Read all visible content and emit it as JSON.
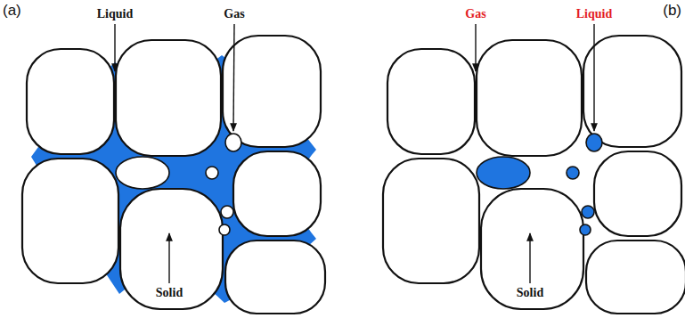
{
  "diagram": {
    "labels": [
      "(a)",
      "(b)",
      "Liquid",
      "Gas",
      "Solid",
      "Gas",
      "Liquid",
      "Solid"
    ]
  }
}
